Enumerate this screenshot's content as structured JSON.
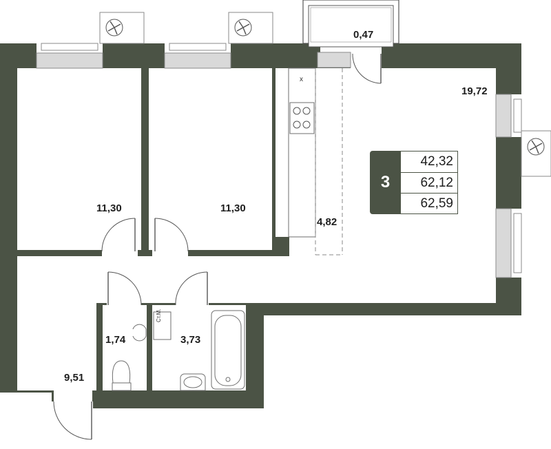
{
  "rooms": [
    {
      "id": "bedroom-1",
      "area": "11,30"
    },
    {
      "id": "bedroom-2",
      "area": "11,30"
    },
    {
      "id": "kitchen",
      "area": "4,82"
    },
    {
      "id": "living",
      "area": "19,72"
    },
    {
      "id": "balcony",
      "area": "0,47"
    },
    {
      "id": "hall",
      "area": "9,51"
    },
    {
      "id": "toilet",
      "area": "1,74"
    },
    {
      "id": "bathroom",
      "area": "3,73"
    }
  ],
  "badge": {
    "rooms": "3",
    "values": [
      "42,32",
      "62,12",
      "62,59"
    ]
  },
  "labels": {
    "stove_x": "x",
    "utility": "Ст.М."
  },
  "colors": {
    "wall": "#4b5345",
    "appliance": "#d4d4d4",
    "line": "#6e6e6e"
  }
}
